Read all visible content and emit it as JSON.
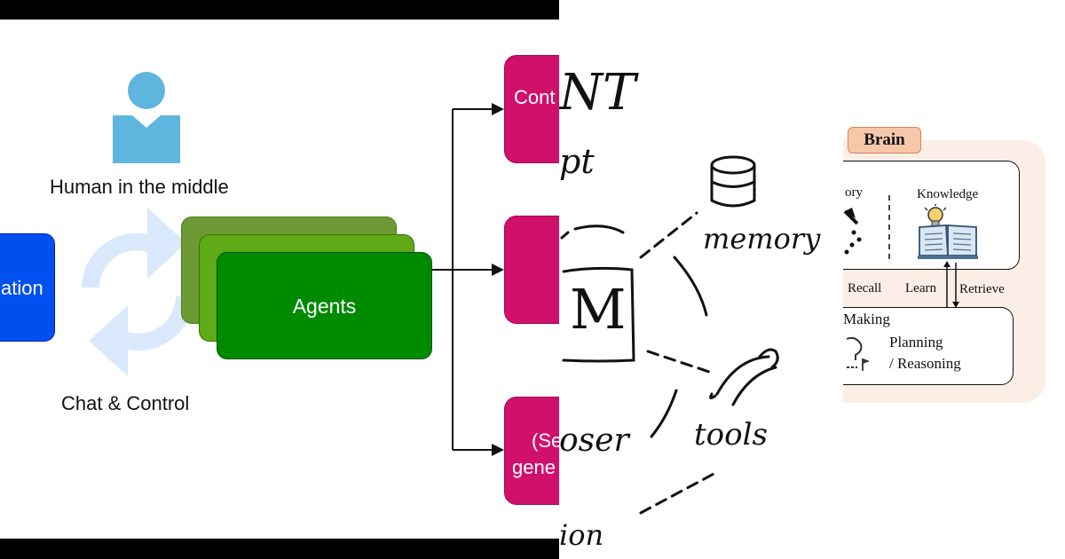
{
  "left": {
    "human_label": "Human in the middle",
    "chat_label": "Chat & Control",
    "agents_label": "Agents",
    "blue_box_label": "ation",
    "pink_top_label": "Cont",
    "pink_bottom_line1": "(Se",
    "pink_bottom_line2": "gene"
  },
  "sketch": {
    "top_text": "NT",
    "prompt_text": "pt",
    "llm_text": "M",
    "memory_label": "memory",
    "tools_label": "tools",
    "user_text": "oser",
    "action_text": "ion"
  },
  "brain": {
    "title": "Brain",
    "memory_fragment": "ory",
    "knowledge_label": "Knowledge",
    "recall_label": "Recall",
    "learn_label": "Learn",
    "retrieve_label": "Retrieve",
    "decision_label": "Making",
    "planning_label": "Planning",
    "reasoning_label": "/ Reasoning"
  },
  "colors": {
    "agents_dark": "#008a00",
    "agents_mid": "#60a917",
    "agents_back": "#6d9a35",
    "output_pink": "#d1106c",
    "input_blue": "#0050ef",
    "person_blue": "#5eb5de",
    "cycle_blue": "#dae8fc",
    "brain_tag": "#f6c8a9",
    "brain_bg": "#fbeee6"
  },
  "icons": [
    "person-icon",
    "cycle-arrows-icon",
    "database-icon",
    "pliers-icon",
    "book-icon",
    "lightbulb-icon",
    "gear-icon",
    "flag-icon"
  ]
}
